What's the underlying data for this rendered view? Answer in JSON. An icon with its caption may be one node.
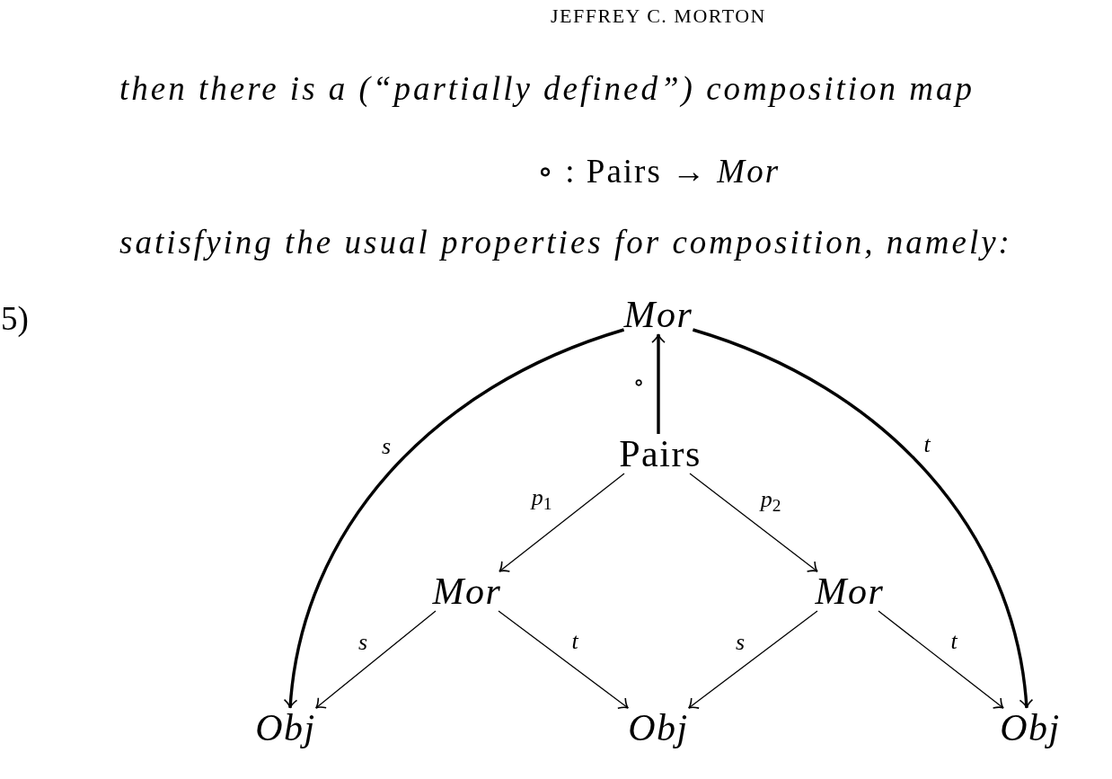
{
  "diagram": {
    "nodes": [
      {
        "text": [
          "Mor"
        ]
      },
      {
        "text": [
          "Pairs"
        ]
      },
      {
        "text": [
          "Mor"
        ]
      },
      {
        "text": [
          "Mor"
        ]
      },
      {
        "text": [
          "Obj"
        ]
      },
      {
        "text": [
          "Obj"
        ]
      },
      {
        "text": [
          "Obj"
        ]
      }
    ],
    "edges": [
      {
        "from": 1,
        "to": 0,
        "arrow": "to",
        "label": "∘",
        "style": "thick"
      },
      {
        "from": 1,
        "to": 2,
        "arrow": "to",
        "label": "p$_{1}$"
      },
      {
        "from": 1,
        "to": 3,
        "arrow": "to",
        "label": "p$_{2}$"
      },
      {
        "from": 2,
        "to": 4,
        "arrow": "to",
        "label": "s"
      },
      {
        "from": 2,
        "to": 5,
        "arrow": "to",
        "label": "t"
      },
      {
        "from": 3,
        "to": 5,
        "arrow": "to",
        "label": "s"
      },
      {
        "from": 3,
        "to": 6,
        "arrow": "to",
        "label": "t"
      },
      {
        "from": 0,
        "to": 4,
        "arrow": "to",
        "label": "s",
        "style": "thick"
      },
      {
        "from": 0,
        "to": 6,
        "arrow": "to",
        "label": "t",
        "style": "thick"
      }
    ],
    "labels": [
      "JEFFREY C. MORTON",
      "then there is a (“partially defined”) composition map",
      "∘ : Pairs → *Mor*",
      "satisfying the usual properties for composition, namely:",
      "5)"
    ]
  }
}
